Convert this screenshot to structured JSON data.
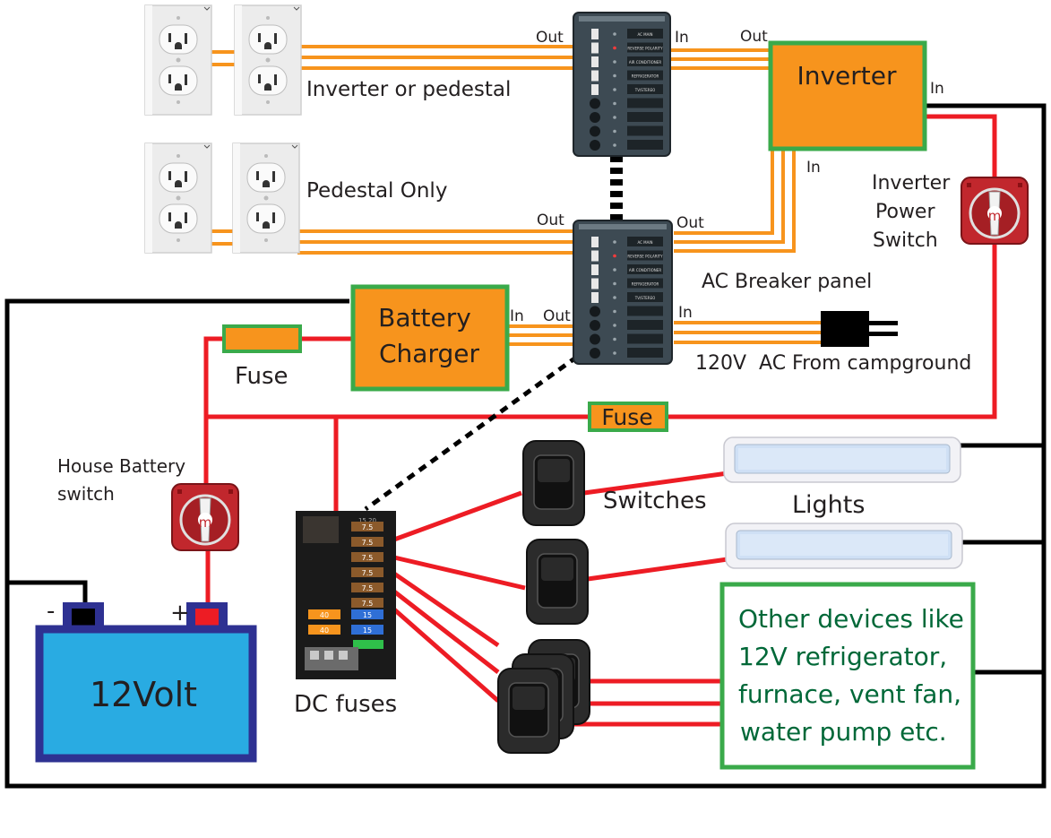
{
  "labels": {
    "inverter_or_pedestal": "Inverter or pedestal",
    "pedestal_only": "Pedestal Only",
    "inverter": "Inverter",
    "inverter_power_switch_1": "Inverter",
    "inverter_power_switch_2": "Power",
    "inverter_power_switch_3": "Switch",
    "ac_breaker_panel": "AC Breaker panel",
    "ac_from_campground": "120V  AC From campground",
    "battery_charger_1": "Battery",
    "battery_charger_2": "Charger",
    "fuse_charger": "Fuse",
    "fuse_inverter": "Fuse",
    "house_battery_switch_1": "House Battery",
    "house_battery_switch_2": "switch",
    "battery": "12Volt",
    "terminal_neg": "-",
    "terminal_pos": "+",
    "dc_fuses": "DC fuses",
    "switches": "Switches",
    "lights": "Lights",
    "other_1": "Other devices like",
    "other_2": "12V refrigerator,",
    "other_3": "furnace, vent fan,",
    "other_4": "water pump etc.",
    "top_panel_out": "Out",
    "top_panel_in": "In",
    "inverter_out": "Out",
    "inverter_in_right": "In",
    "inverter_in_bottom": "In",
    "bottom_panel_out_left": "Out",
    "bottom_panel_out_right": "Out",
    "charger_in": "In",
    "bottom_panel_out_charger": "Out",
    "bottom_panel_in": "In",
    "breaker_labels": [
      "AC MAIN",
      "REVERSE POLARITY",
      "AIR CONDITIONER",
      "REFRIGERATOR",
      "TV/STEREO"
    ],
    "fuse_values": [
      "7.5",
      "7.5",
      "7.5",
      "7.5",
      "7.5",
      "7.5",
      "40",
      "15",
      "40",
      "15"
    ],
    "switch_glyph": "m",
    "fuse_block_title": "15 20"
  },
  "colors": {
    "ac_wire": "#f7941d",
    "dc_positive_wire": "#ed1c24",
    "ground_wire": "#000000",
    "component_fill": "#f7941d",
    "component_border": "#3aaa4a",
    "battery_fill": "#29abe2",
    "battery_border": "#2e3192",
    "panel_fill": "#3d4a53",
    "battery_switch_red": "#c1272d"
  }
}
